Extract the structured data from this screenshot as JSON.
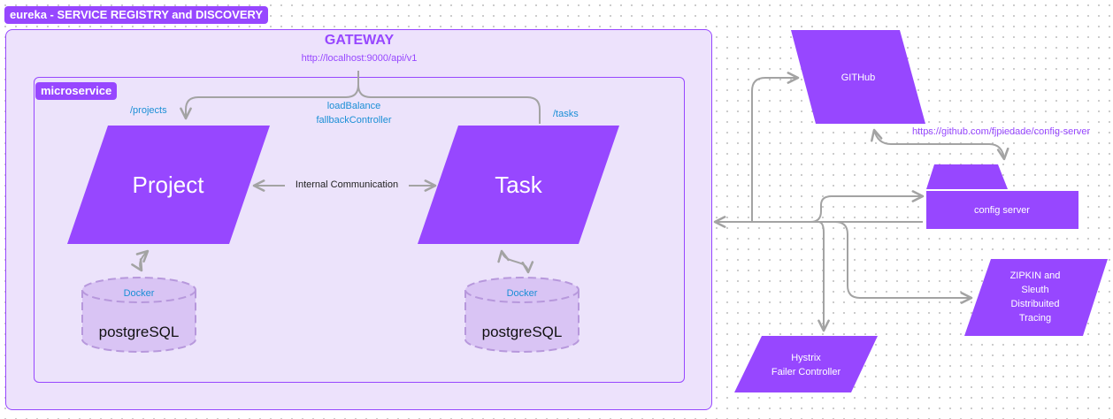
{
  "eureka_label": "eureka - SERVICE REGISTRY and DISCOVERY",
  "gateway": {
    "title": "GATEWAY",
    "url": "http://localhost:9000/api/v1",
    "load_balance": "loadBalance",
    "fallback": "fallbackController"
  },
  "microservice_label": "microservice",
  "project": {
    "route": "/projects",
    "name": "Project",
    "db_tag": "Docker",
    "db_name": "postgreSQL"
  },
  "task": {
    "route": "/tasks",
    "name": "Task",
    "db_tag": "Docker",
    "db_name": "postgreSQL"
  },
  "internal_comm": "Internal Communication",
  "github": {
    "name": "GITHub",
    "url": "https://github.com/fjpiedade/config-server"
  },
  "config_server": "config server",
  "zipkin": [
    "ZIPKIN and",
    "Sleuth",
    "Distribuited",
    "Tracing"
  ],
  "hystrix": [
    "Hystrix",
    "Failer Controller"
  ],
  "colors": {
    "accent": "#9747ff",
    "panel": "#ede2fc",
    "link_blue": "#1b8fd6",
    "arrow_gray": "#a3a3a3"
  }
}
